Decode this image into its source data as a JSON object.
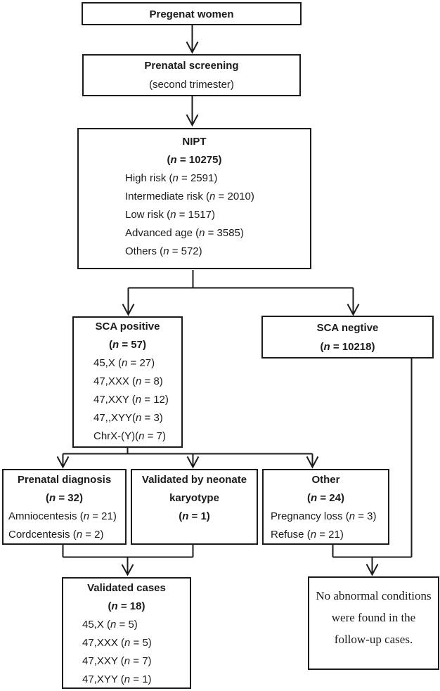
{
  "colors": {
    "ink": "#1b1b1b",
    "background": "#ffffff"
  },
  "boxes": {
    "pregnant_women": {
      "title": "Pregenat women"
    },
    "prenatal_screening": {
      "title": "Prenatal screening",
      "subtitle": "(second trimester)"
    },
    "nipt": {
      "title": "NIPT",
      "count": "(n = 10275)",
      "items": [
        "High risk (n = 2591)",
        "Intermediate risk (n = 2010)",
        "Low risk (n = 1517)",
        "Advanced age (n = 3585)",
        "Others (n = 572)"
      ]
    },
    "sca_positive": {
      "title": "SCA positive",
      "count": "(n = 57)",
      "items": [
        "45,X (n = 27)",
        "47,XXX (n = 8)",
        "47,XXY (n = 12)",
        "47,,XYY(n = 3)",
        "ChrX-(Y)(n = 7)"
      ]
    },
    "sca_negative": {
      "title": "SCA negtive",
      "count": "(n = 10218)"
    },
    "prenatal_diagnosis": {
      "title": "Prenatal diagnosis",
      "count": "(n = 32)",
      "items": [
        "Amniocentesis (n = 21)",
        "Cordcentesis (n = 2)"
      ]
    },
    "validated_neonate": {
      "title_lines": [
        "Validated by neonate",
        "karyotype"
      ],
      "count": "(n = 1)"
    },
    "other": {
      "title": "Other",
      "count": "(n = 24)",
      "items": [
        "Pregnancy loss (n = 3)",
        "Refuse (n = 21)"
      ]
    },
    "validated_cases": {
      "title": "Validated cases",
      "count": "(n = 18)",
      "items": [
        "45,X (n = 5)",
        "47,XXX (n = 5)",
        "47,XXY (n = 7)",
        "47,XYY (n = 1)"
      ]
    },
    "no_abnormal": {
      "lines": [
        "No abnormal conditions",
        "were found in the",
        "follow-up cases."
      ]
    }
  }
}
